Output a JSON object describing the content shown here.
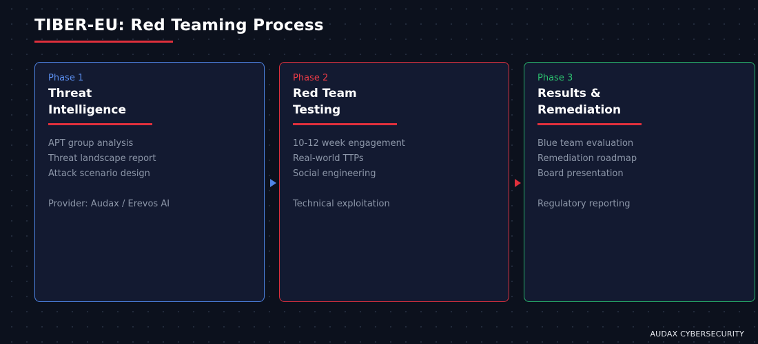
{
  "title": "TIBER-EU: Red Teaming Process",
  "colors": {
    "accent_red": "#e0303c",
    "phase1_blue": "#4f86e8",
    "phase3_green": "#27b36a",
    "background": "#0c111d",
    "card_bg": "#131a31"
  },
  "phases": [
    {
      "label": "Phase 1",
      "title_line1": "Threat",
      "title_line2": "Intelligence",
      "items": [
        "APT group analysis",
        "Threat landscape report",
        "Attack scenario design"
      ],
      "extra": "Provider: Audax / Erevos AI"
    },
    {
      "label": "Phase 2",
      "title_line1": "Red Team",
      "title_line2": "Testing",
      "items": [
        "10-12 week engagement",
        "Real-world TTPs",
        "Social engineering"
      ],
      "extra": "Technical exploitation"
    },
    {
      "label": "Phase 3",
      "title_line1": "Results &",
      "title_line2": "Remediation",
      "items": [
        "Blue team evaluation",
        "Remediation roadmap",
        "Board presentation"
      ],
      "extra": "Regulatory reporting"
    }
  ],
  "footer": "AUDAX CYBERSECURITY"
}
